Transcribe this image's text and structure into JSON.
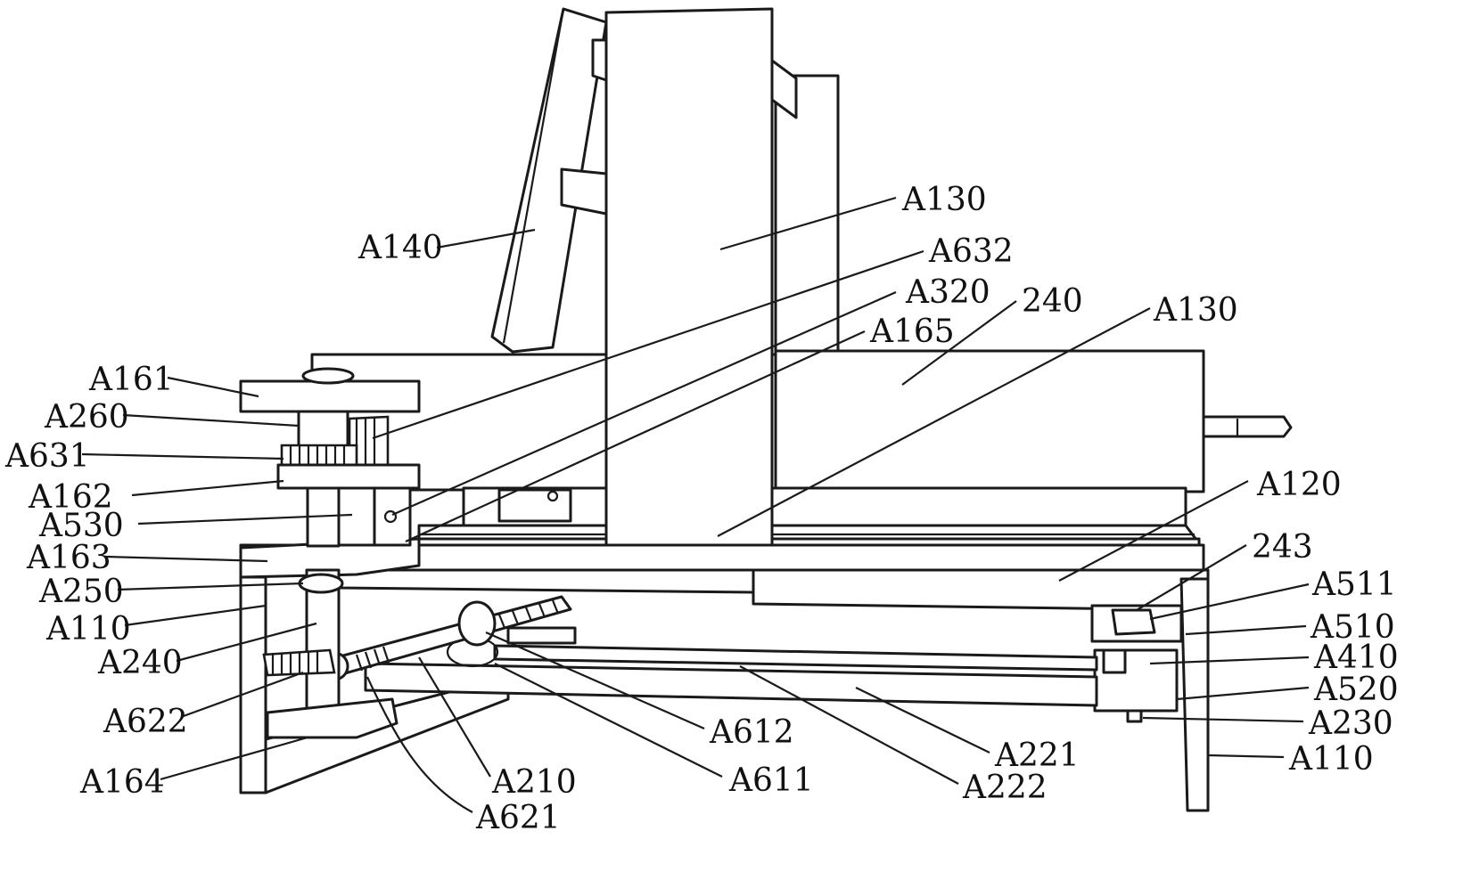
{
  "labels": {
    "A130_top": "A130",
    "A140": "A140",
    "A632": "A632",
    "A320": "A320",
    "A165": "A165",
    "n240": "240",
    "A130_mid": "A130",
    "A161": "A161",
    "A260": "A260",
    "A631": "A631",
    "A162": "A162",
    "A530": "A530",
    "A163": "A163",
    "A250": "A250",
    "A110_left": "A110",
    "A240": "A240",
    "A622": "A622",
    "A164": "A164",
    "A210": "A210",
    "A621": "A621",
    "A612": "A612",
    "A611": "A611",
    "A222": "A222",
    "A221": "A221",
    "A120": "A120",
    "n243": "243",
    "A511": "A511",
    "A510": "A510",
    "A410": "A410",
    "A520": "A520",
    "A230": "A230",
    "A110_right": "A110"
  },
  "colors": {
    "line": "#1a1a1a",
    "background": "#ffffff"
  }
}
